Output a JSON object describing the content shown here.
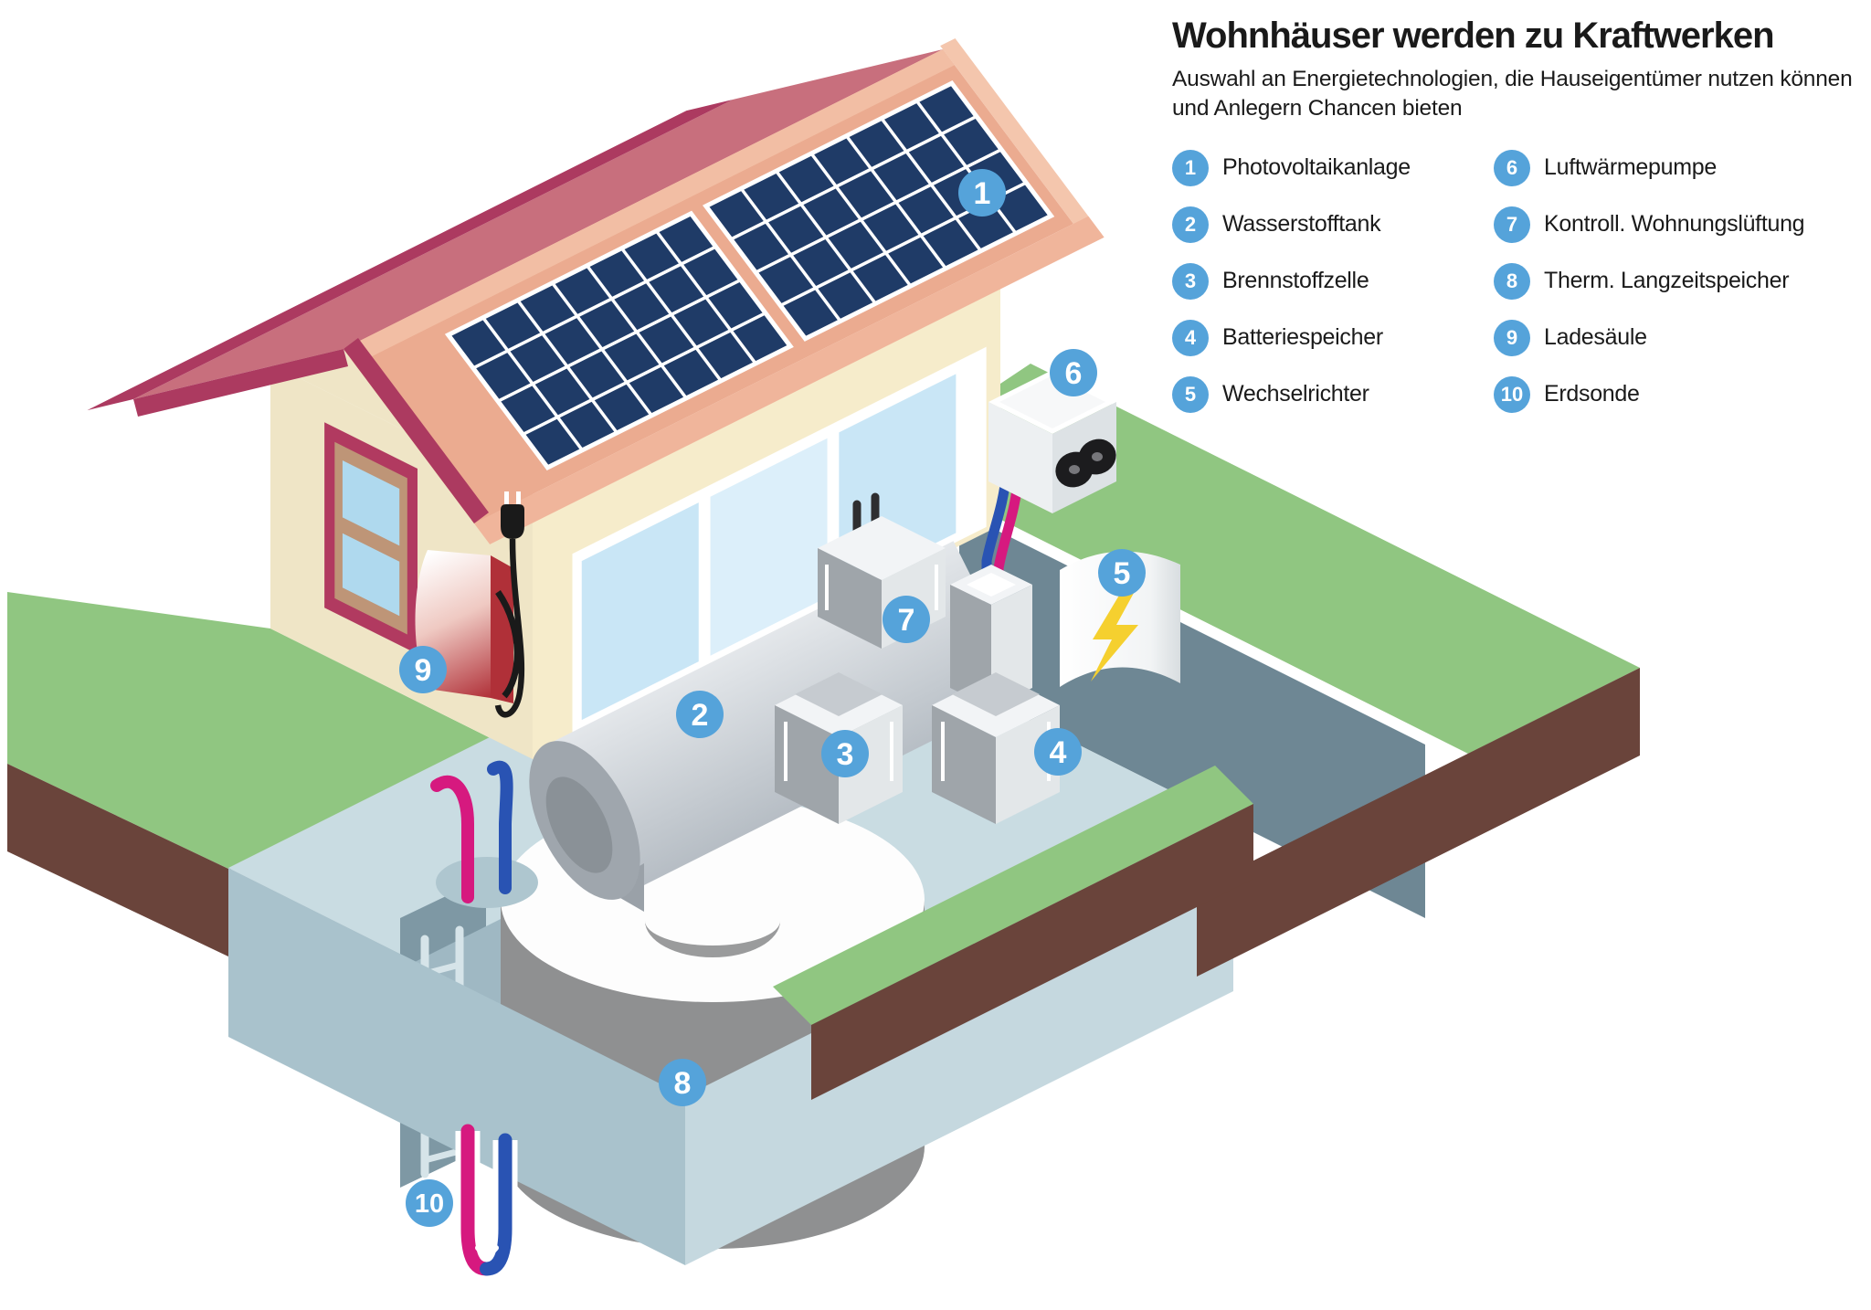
{
  "header": {
    "title": "Wohnhäuser werden zu Kraftwerken",
    "subtitle": "Auswahl an Energietechnologien, die Hauseigentümer nutzen können und Anlegern Chancen bieten"
  },
  "legend": {
    "items_left": [
      {
        "num": "1",
        "label": "Photovoltaikanlage"
      },
      {
        "num": "2",
        "label": "Wasserstofftank"
      },
      {
        "num": "3",
        "label": "Brennstoffzelle"
      },
      {
        "num": "4",
        "label": "Batteriespeicher"
      },
      {
        "num": "5",
        "label": "Wechselrichter"
      }
    ],
    "items_right": [
      {
        "num": "6",
        "label": "Luftwärmepumpe"
      },
      {
        "num": "7",
        "label": "Kontroll. Wohnungslüftung"
      },
      {
        "num": "8",
        "label": "Therm. Langzeitspeicher"
      },
      {
        "num": "9",
        "label": "Ladesäule"
      },
      {
        "num": "10",
        "label": "Erdsonde"
      }
    ]
  },
  "diagram": {
    "badges": [
      "1",
      "2",
      "3",
      "4",
      "5",
      "6",
      "7",
      "8",
      "9",
      "10"
    ]
  },
  "colors": {
    "badge": "#55A3DA",
    "roof_front": "#EBAB90",
    "roof_back": "#C86F7D",
    "roof_edge": "#AC3A60",
    "roof_fascia": "#F0B59B",
    "ridge_cap": "#F2BEA4",
    "soffit": "#E8A98F",
    "wall": "#F6ECCB",
    "wall_gable": "#EFE5C6",
    "panel": "#1F3B67",
    "glass": "#C9E6F6",
    "glass_light": "#DCEFFA",
    "window_frame": "#B13A60",
    "window_inner": "#BE9577",
    "grass": "#90C681",
    "soil": "#6A443B",
    "slate": "#6E8794",
    "floor": "#C9DCE2",
    "box_light": "#C5D8DF",
    "box_mid": "#A9C2CC",
    "pit_wall": "#9FB8C3",
    "pit_wall_dark": "#87A3B0",
    "pit_floor": "#B9CFD8",
    "tank": "#8F9091",
    "bolt": "#F5D02F",
    "pipe_warm": "#D6197F",
    "pipe_cold": "#2953B3",
    "station_red": "#B03038",
    "cable": "#1A1A1A"
  }
}
